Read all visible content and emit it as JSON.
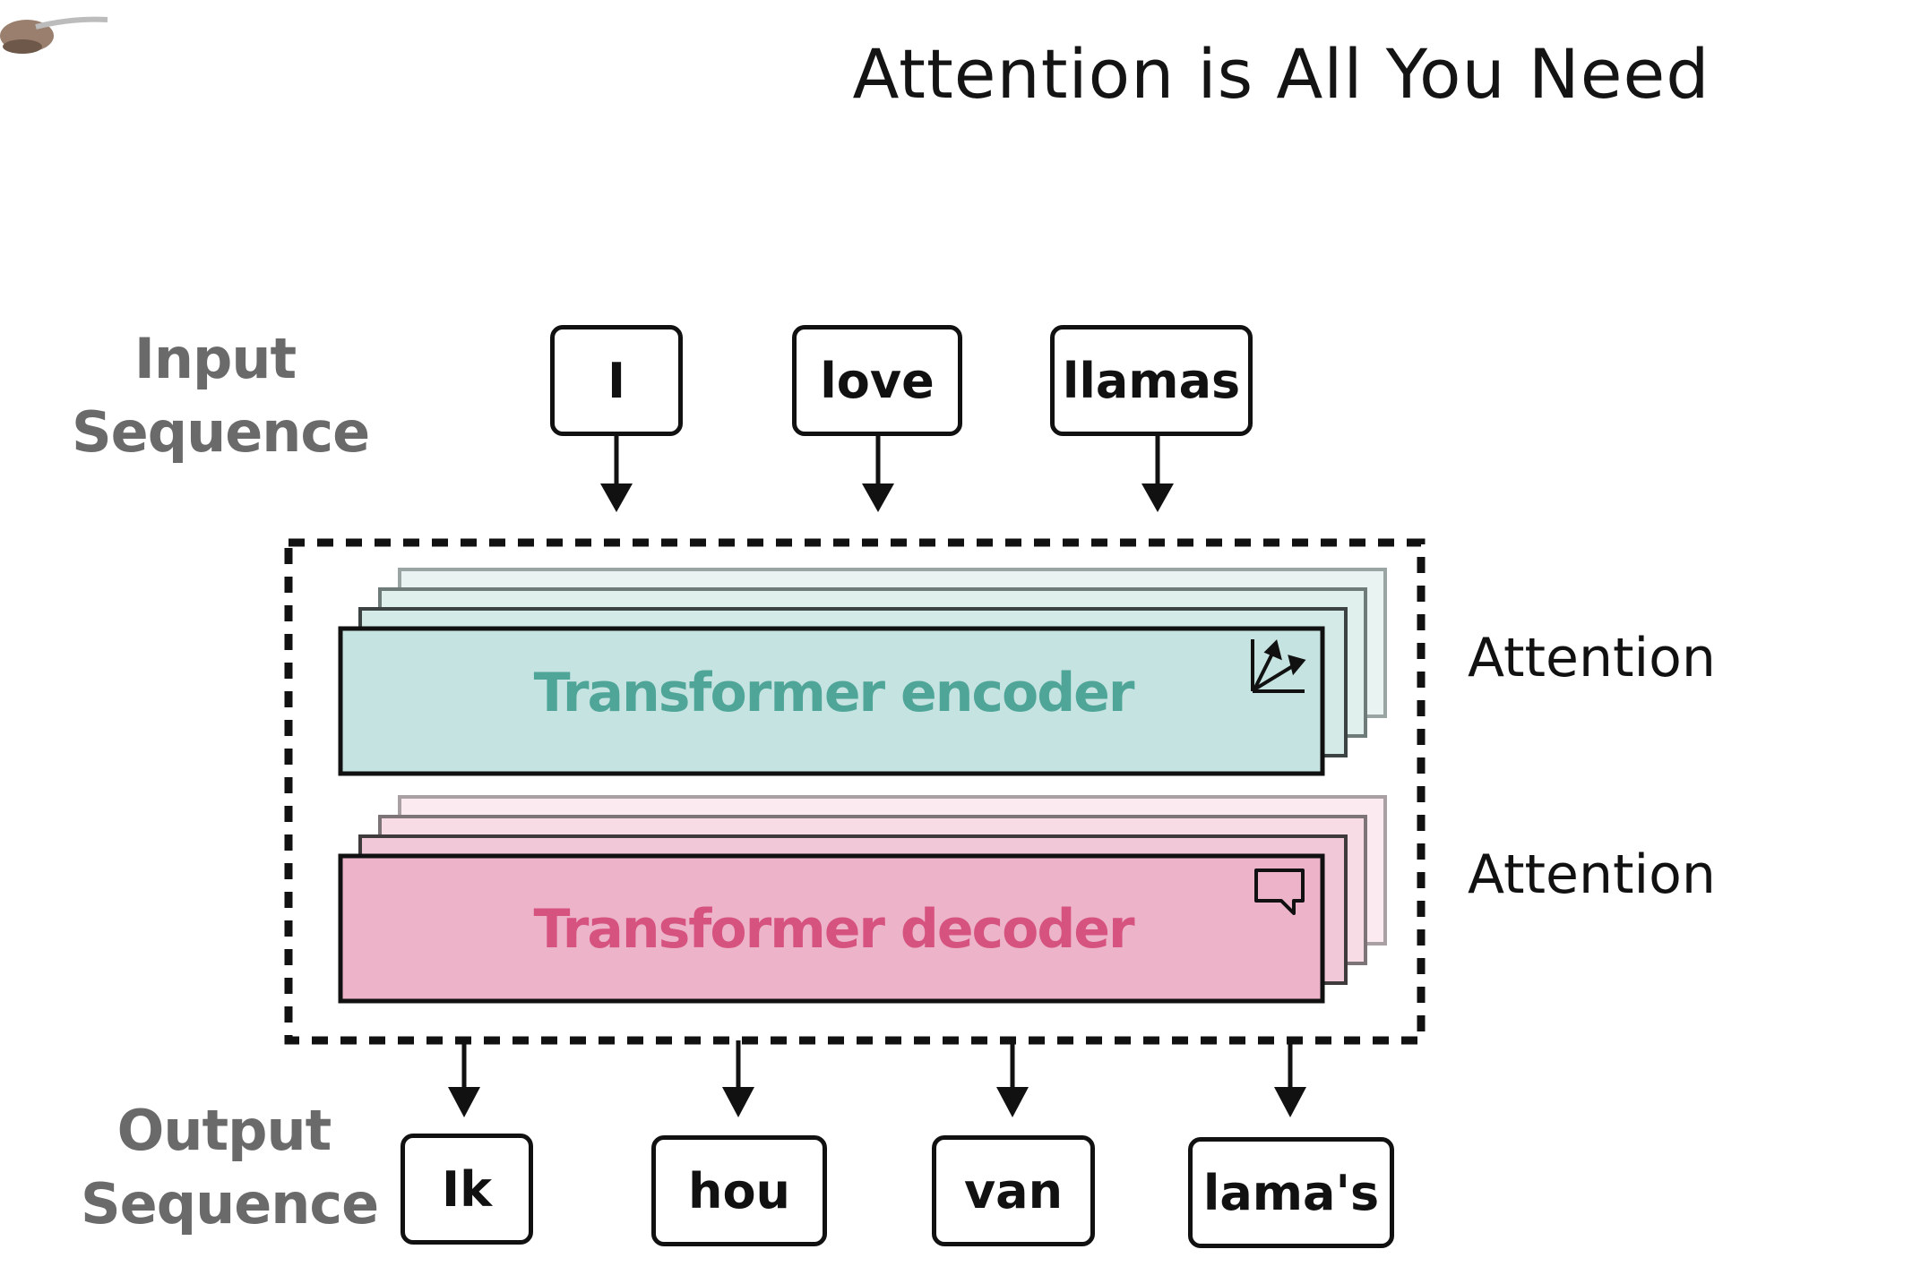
{
  "title": "Attention is All You Need",
  "input": {
    "label_line1": "Input",
    "label_line2": "Sequence",
    "tokens": [
      "I",
      "love",
      "llamas"
    ]
  },
  "output": {
    "label_line1": "Output",
    "label_line2": "Sequence",
    "tokens": [
      "Ik",
      "hou",
      "van",
      "lama's"
    ]
  },
  "encoder": {
    "label": "Transformer encoder",
    "icon": "vector-axes-icon",
    "color": "#4ea598",
    "fill": "#c5e3e0"
  },
  "decoder": {
    "label": "Transformer decoder",
    "icon": "speech-bubble-icon",
    "color": "#d6537f",
    "fill": "#ecb3c9"
  },
  "attention_labels": [
    "Attention",
    "Attention"
  ]
}
